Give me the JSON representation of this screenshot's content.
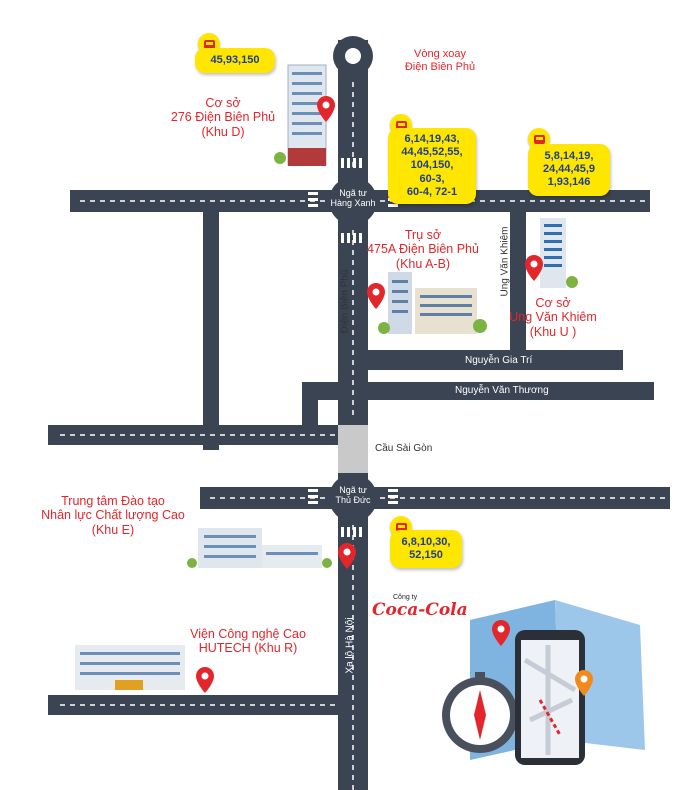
{
  "colors": {
    "road": "#3b4452",
    "label_red": "#e3262b",
    "bubble": "#ffe600",
    "bubble_text": "#1f3f8a",
    "map_blue": "#7fb4e0"
  },
  "places": {
    "vong_xoay": "Vòng xoay\nĐiện Biên Phủ",
    "khu_d": "Cơ sở\n276 Điện Biên Phủ\n(Khu D)",
    "tru_so": "Trụ sở\n475A Điện Biên Phủ\n(Khu A-B)",
    "khu_u": "Cơ sở\nUng Văn Khiêm\n(Khu U )",
    "khu_e": "Trung tâm Đào tạo\nNhân lực Chất lượng Cao\n(Khu E)",
    "khu_r": "Viện Công nghệ Cao\nHUTECH (Khu R)"
  },
  "junctions": {
    "hang_xanh": "Ngã tư\nHàng Xanh",
    "thu_duc": "Ngã tư\nThủ Đức",
    "cau_sai_gon": "Cầu Sài Gòn"
  },
  "streets": {
    "dien_bien_phu": "Điện Biên Phủ",
    "ung_van_khiem": "Ung Văn Khiêm",
    "nguyen_gia_tri": "Nguyễn Gia Trí",
    "nguyen_van_thuong": "Nguyễn Văn Thương",
    "xa_lo_ha_noi": "Xa lộ Hà Nội"
  },
  "bus_routes": {
    "khu_d": "45,93,150",
    "tru_so": "6,14,19,43,\n44,45,52,55,\n104,150,\n60-3,\n60-4, 72-1",
    "khu_u": "5,8,14,19,\n24,44,45,9\n1,93,146",
    "khu_e": "6,8,10,30,\n52,150"
  },
  "icons": [
    "bus-icon",
    "location-pin-icon",
    "compass-icon",
    "smartphone-map-icon",
    "building-icon"
  ],
  "sponsor": {
    "prefix": "Công ty",
    "brand": "Coca-Cola"
  }
}
